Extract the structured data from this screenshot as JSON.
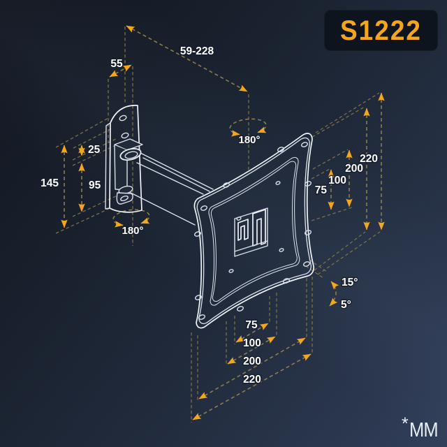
{
  "badge": {
    "model": "S1222"
  },
  "units_note": {
    "asterisk": "*",
    "unit": "MM"
  },
  "colors": {
    "accent_arrow": "#F4A71D",
    "dim_line": "#8E7D4B",
    "label_text": "#FFFFFF",
    "line_art": "#DCE3EC",
    "background_dark": "#141923",
    "background_light": "#32405A",
    "badge_background": "#0E141D",
    "badge_text": "#F5A41F"
  },
  "dimensions": {
    "wall_side": {
      "depth_55": "55",
      "extension_range": "59-228",
      "offset_25": "25",
      "plate_height_145": "145",
      "hole_spacing_95": "95",
      "swivel_wall": "180°"
    },
    "front": {
      "swivel_front": "180°",
      "tilt_up": "15°",
      "tilt_down": "5°"
    },
    "vesa_vertical": {
      "v220": "220",
      "v200": "200",
      "v100": "100",
      "v75": "75"
    },
    "vesa_horizontal": {
      "h75": "75",
      "h100": "100",
      "h200": "200",
      "h220": "220"
    }
  }
}
